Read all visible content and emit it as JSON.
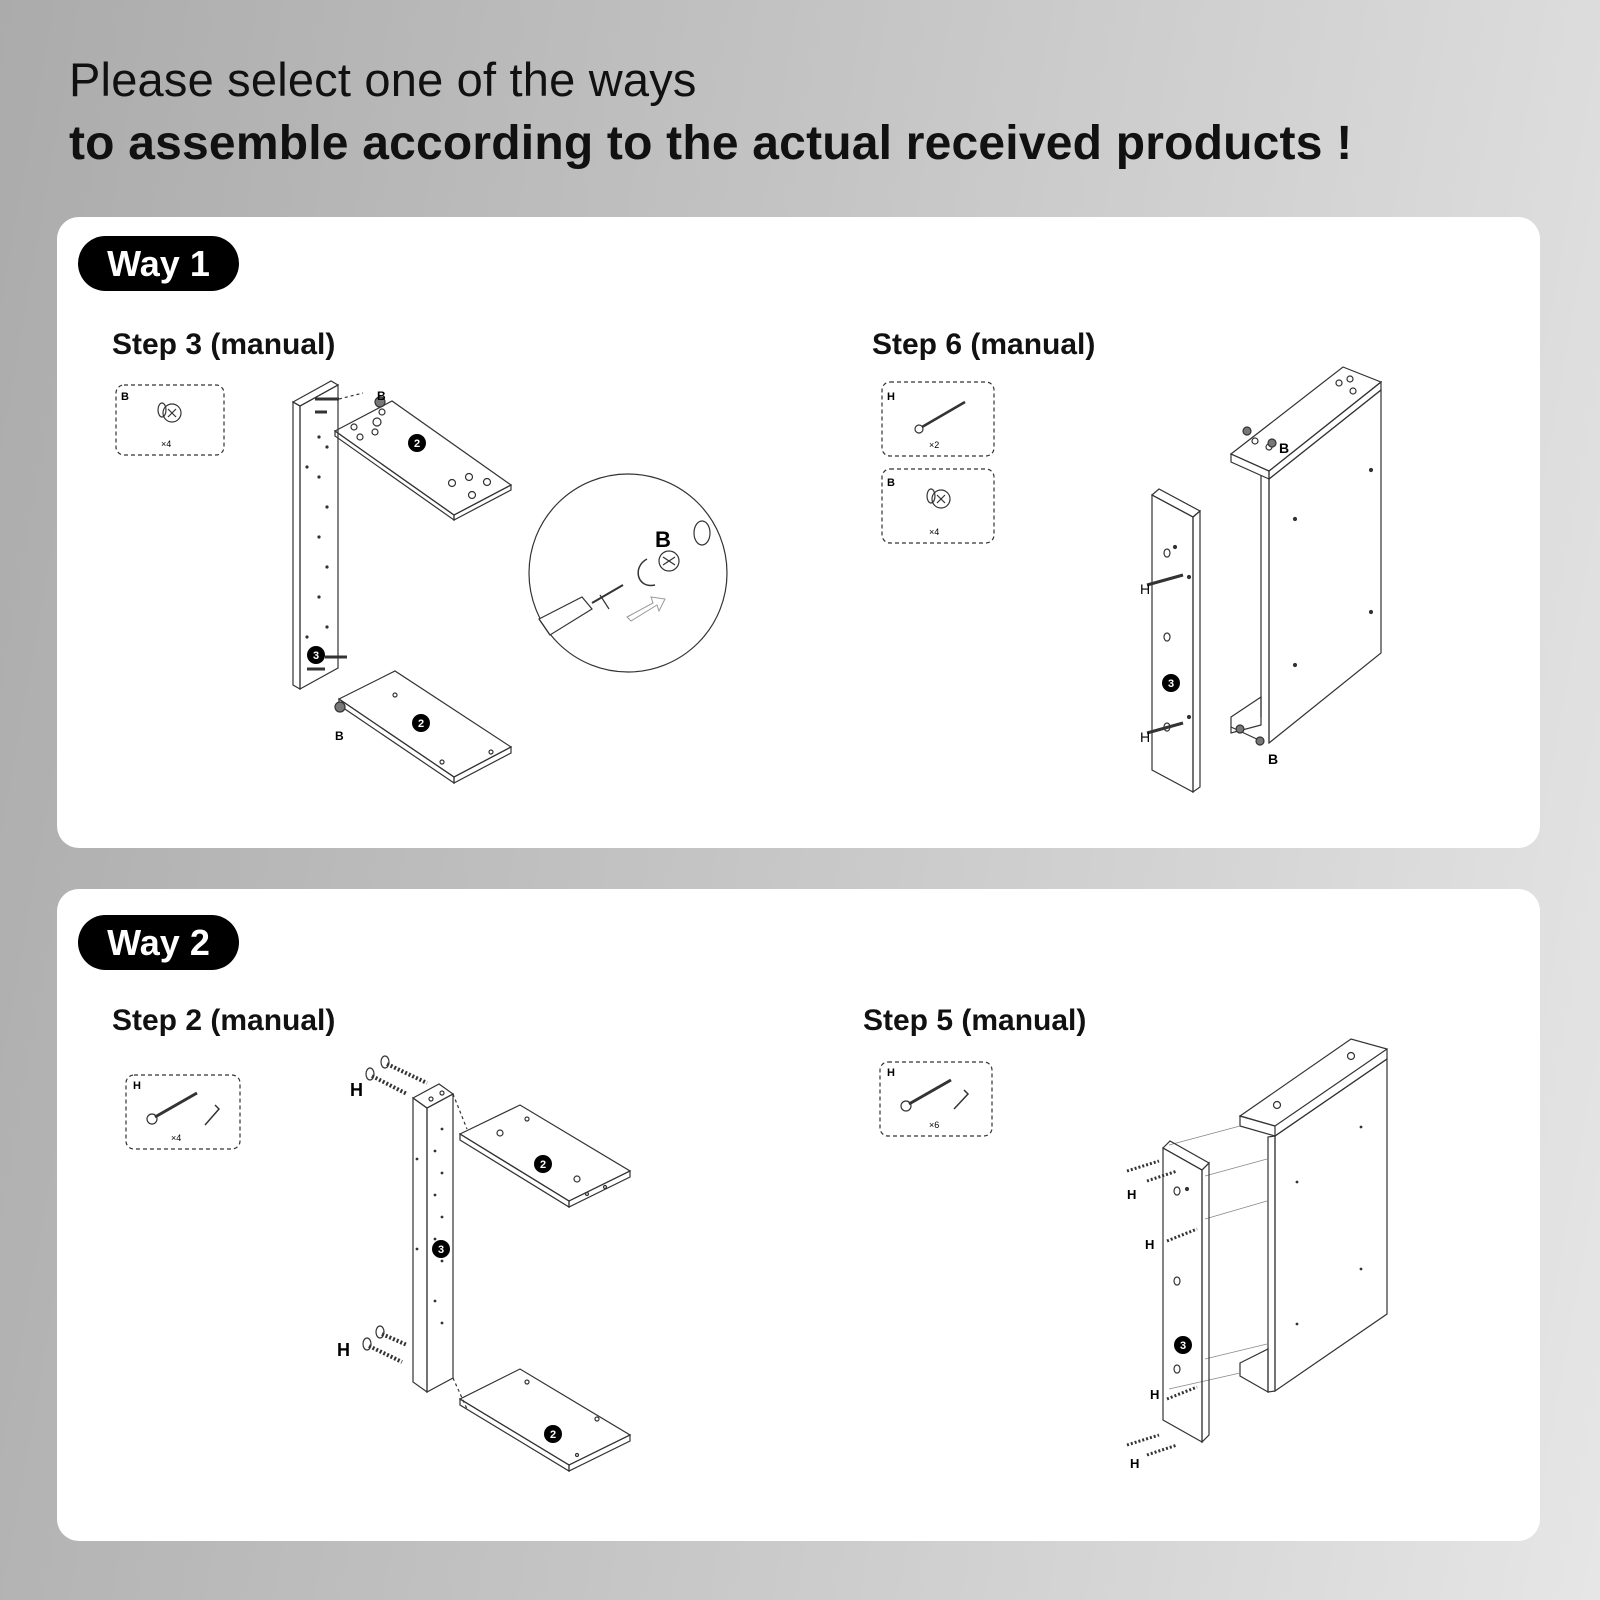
{
  "headline": {
    "line1": "Please select one of the ways",
    "line2": "to assemble according to the actual received products",
    "exclaim": "!"
  },
  "way1": {
    "label": "Way 1",
    "left_step": {
      "title": "Step 3 (manual)",
      "parts": [
        {
          "letter": "B",
          "qty": "×4"
        }
      ],
      "panel_labels": [
        "2",
        "2",
        "3"
      ],
      "hardware_labels": [
        "B",
        "B",
        "B"
      ]
    },
    "right_step": {
      "title": "Step 6 (manual)",
      "parts": [
        {
          "letter": "H",
          "qty": "×2"
        },
        {
          "letter": "B",
          "qty": "×4"
        }
      ],
      "panel_labels": [
        "3"
      ],
      "hardware_labels": [
        "B",
        "B",
        "H",
        "H"
      ]
    }
  },
  "way2": {
    "label": "Way 2",
    "left_step": {
      "title": "Step 2 (manual)",
      "parts": [
        {
          "letter": "H",
          "qty": "×4"
        }
      ],
      "panel_labels": [
        "2",
        "2",
        "3"
      ],
      "hardware_labels": [
        "H",
        "H"
      ]
    },
    "right_step": {
      "title": "Step 5 (manual)",
      "parts": [
        {
          "letter": "H",
          "qty": "×6"
        }
      ],
      "panel_labels": [
        "3"
      ],
      "hardware_labels": [
        "H",
        "H",
        "H",
        "H"
      ]
    }
  },
  "colors": {
    "pill_bg": "#000000",
    "panel_bg": "#ffffff",
    "line": "#333333"
  }
}
